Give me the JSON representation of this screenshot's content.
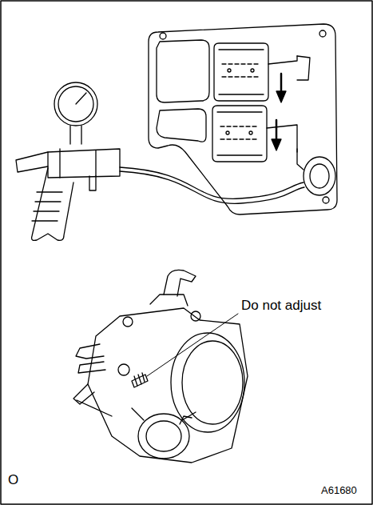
{
  "diagram": {
    "labels": [
      "Do not adjust",
      "O",
      "A61680"
    ]
  }
}
